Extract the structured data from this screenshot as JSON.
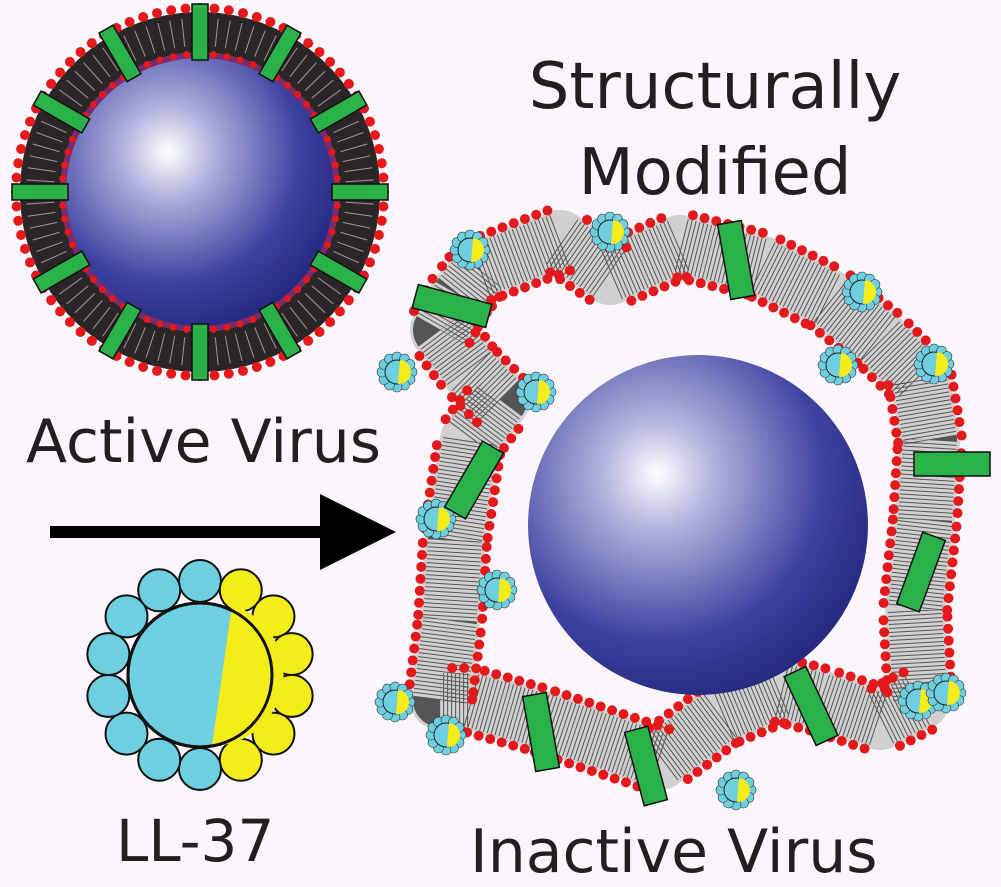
{
  "labels": {
    "structurally": "Structurally",
    "modified": "Modified",
    "active_virus": "Active Virus",
    "ll37": "LL-37",
    "inactive_virus": "Inactive Virus"
  },
  "colors": {
    "background": "#fbf6fb",
    "core": "#2e3192",
    "lipid_head": "#e3191c",
    "lipid_tail": "#231f20",
    "protein": "#2bb14a",
    "peptide_cyan": "#6ecfe0",
    "peptide_yellow": "#f5ed1a",
    "arrow": "#000000"
  },
  "icons": {
    "active_virus": "virus-particle-icon",
    "inactive_virus": "disrupted-virus-icon",
    "peptide": "ll37-peptide-icon",
    "arrow": "right-arrow-icon"
  }
}
